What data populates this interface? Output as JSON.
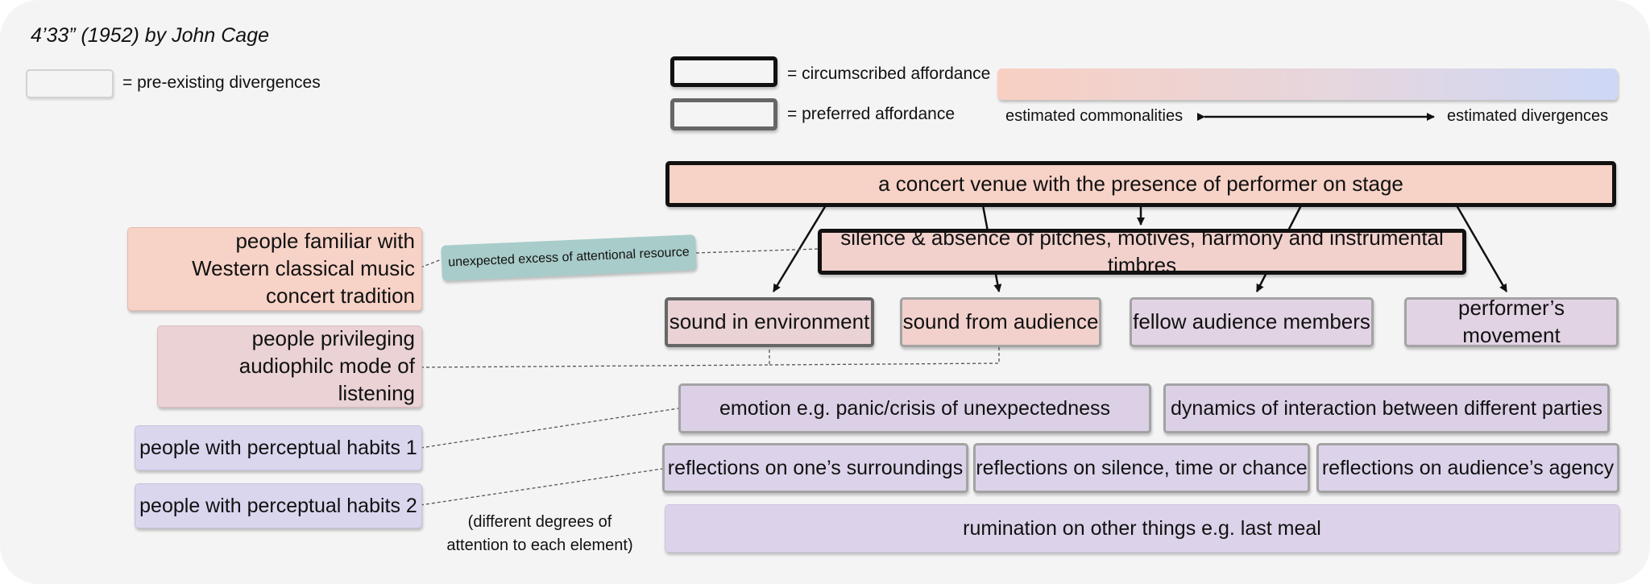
{
  "title": "4’33” (1952) by John Cage",
  "legend": {
    "pre_existing": "= pre-existing divergences",
    "circumscribed": "= circumscribed affordance",
    "preferred": "= preferred affordance",
    "gradient_left": "estimated commonalities",
    "gradient_right": "estimated divergences"
  },
  "colors": {
    "commonality": "#f8cfc2",
    "divergence": "#cdd8f6"
  },
  "groups": {
    "western": "people familiar with Western classical music concert tradition",
    "audiophile": "people privileging audiophilc mode of listening",
    "habits1": "people with perceptual habits 1",
    "habits2": "people with perceptual habits 2"
  },
  "annotation": "unexpected excess of attentional resource",
  "note": "(different degrees of attention to each element)",
  "nodes": {
    "venue": "a concert venue with the presence of performer on stage",
    "silence": "silence & absence of pitches, motives, harmony and instrumental timbres",
    "environment": "sound in environment",
    "audience_sound": "sound from audience",
    "fellow": "fellow audience members",
    "movement": "performer’s movement",
    "emotion": "emotion  e.g. panic/crisis of unexpectedness",
    "dynamics": "dynamics of interaction between different parties",
    "surroundings": "reflections on one’s surroundings",
    "silence_time": "reflections on silence, time or chance",
    "agency": "reflections on audience’s agency",
    "rumination": "rumination on other things e.g. last meal"
  }
}
